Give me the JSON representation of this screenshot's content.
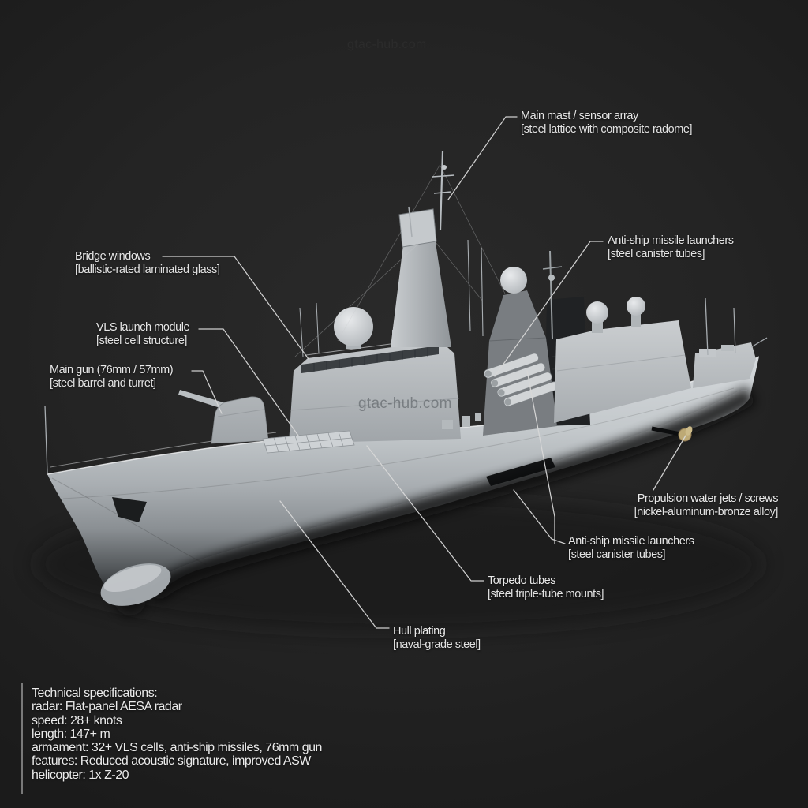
{
  "watermark": {
    "text": "gtac-hub.com",
    "top_text": "gtac-hub.com"
  },
  "callouts": [
    {
      "id": "main-mast",
      "title": "Main mast / sensor array",
      "detail": "[steel lattice with composite radome]"
    },
    {
      "id": "anti-ship-missiles-top",
      "title": "Anti-ship missile launchers",
      "detail": "[steel canister tubes]"
    },
    {
      "id": "bridge-windows",
      "title": "Bridge windows",
      "detail": "[ballistic-rated laminated glass]"
    },
    {
      "id": "vls-launch-module",
      "title": "VLS launch module",
      "detail": "[steel cell structure]"
    },
    {
      "id": "main-gun",
      "title": "Main gun (76mm / 57mm)",
      "detail": "[steel barrel and turret]"
    },
    {
      "id": "propulsion",
      "title": "Propulsion water jets / screws",
      "detail": "[nickel-aluminum-bronze alloy]"
    },
    {
      "id": "anti-ship-missiles-bottom",
      "title": "Anti-ship missile launchers",
      "detail": "[steel canister tubes]"
    },
    {
      "id": "torpedo-tubes",
      "title": "Torpedo tubes",
      "detail": "[steel triple-tube mounts]"
    },
    {
      "id": "hull-plating",
      "title": "Hull plating",
      "detail": "[naval-grade steel]"
    }
  ],
  "specs": {
    "title": "Technical specifications:",
    "lines": [
      "radar: Flat-panel AESA radar",
      "speed: 28+ knots",
      "length: 147+ m",
      "armament: 32+ VLS cells, anti-ship missiles, 76mm gun",
      "features: Reduced acoustic signature, improved ASW",
      "helicopter: 1x Z-20"
    ]
  },
  "colors": {
    "background": "#232323",
    "label_text": "#e8e8e8",
    "leader_line": "#d8d8d8",
    "hull_light": "#c7cbce",
    "hull_dark": "#1c1e20",
    "watermark": "#5f646a"
  }
}
